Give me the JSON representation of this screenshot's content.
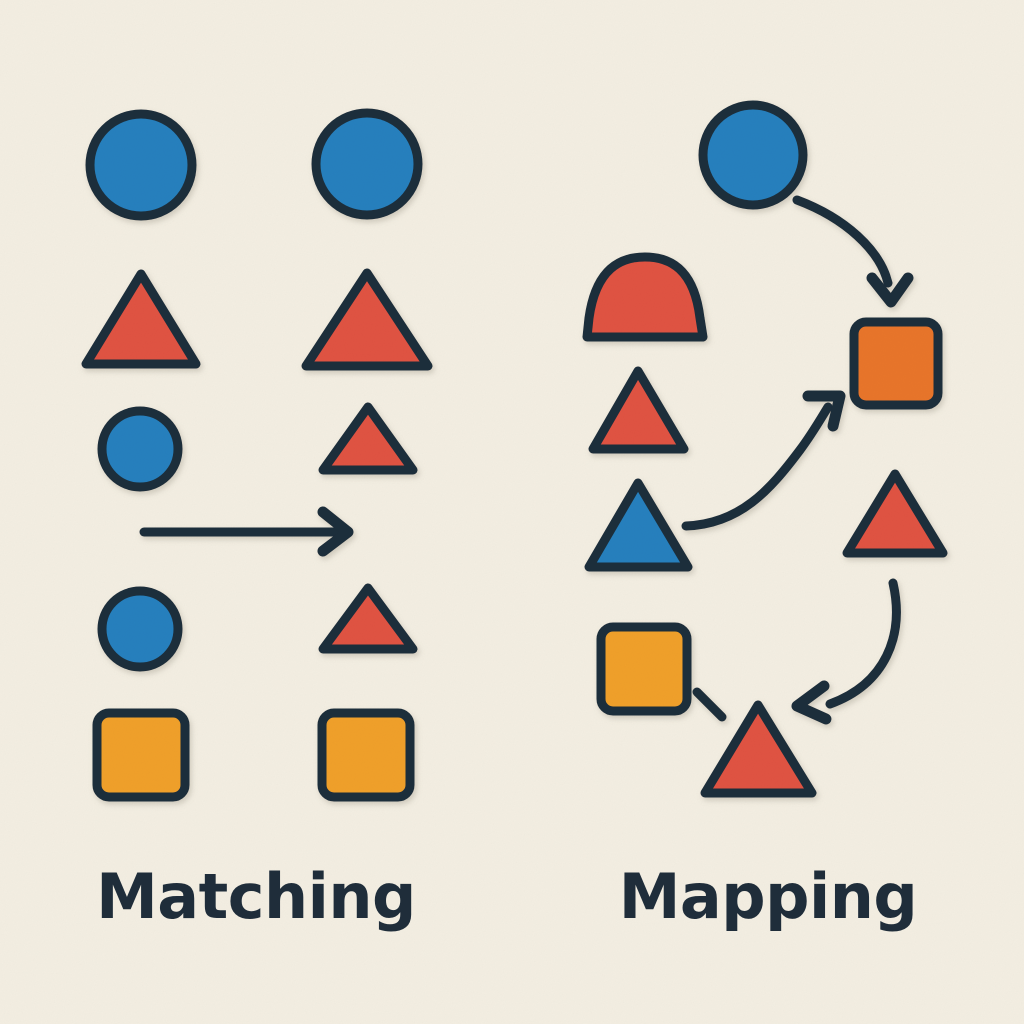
{
  "figure": {
    "title_left": "Matching",
    "title_right": "Mapping",
    "background_color": "#f3eee2",
    "outline_color": "#1f2d3a",
    "divider_color": "#b3b0a6"
  },
  "palette": {
    "blue": "#2580be",
    "red": "#e05243",
    "yellow_orange": "#f0a02a",
    "deep_orange": "#e8742a",
    "outline": "#1f2d3a",
    "background": "#f3eee2",
    "divider": "#b3b0a6"
  },
  "chart_data": {
    "type": "diagram",
    "title": "Matching vs Mapping",
    "panels": [
      {
        "id": "matching",
        "label": "Matching",
        "description": "Two parallel columns of shapes compared item by item, with a single straight arrow between the columns.",
        "columns": [
          {
            "id": "left-column",
            "items": [
              {
                "shape": "circle",
                "color": "blue",
                "size": "large"
              },
              {
                "shape": "triangle",
                "color": "red",
                "size": "large"
              },
              {
                "shape": "circle",
                "color": "blue",
                "size": "small"
              },
              {
                "shape": "circle",
                "color": "blue",
                "size": "small"
              },
              {
                "shape": "square",
                "color": "yellow_orange",
                "size": "medium"
              }
            ]
          },
          {
            "id": "right-column",
            "items": [
              {
                "shape": "circle",
                "color": "blue",
                "size": "large"
              },
              {
                "shape": "triangle",
                "color": "red",
                "size": "large"
              },
              {
                "shape": "triangle",
                "color": "red",
                "size": "small"
              },
              {
                "shape": "triangle",
                "color": "red",
                "size": "small"
              },
              {
                "shape": "square",
                "color": "yellow_orange",
                "size": "medium"
              }
            ]
          }
        ],
        "connectors": [
          {
            "type": "straight-arrow",
            "from": "left-column",
            "to": "right-column"
          }
        ]
      },
      {
        "id": "mapping",
        "label": "Mapping",
        "description": "A source cluster of shapes on the left linked by three curved arrows to target shapes on the right, forming a cycle.",
        "source_items": [
          {
            "shape": "circle",
            "color": "blue",
            "size": "large"
          },
          {
            "shape": "dome",
            "color": "red",
            "size": "large"
          },
          {
            "shape": "triangle",
            "color": "red",
            "size": "small"
          },
          {
            "shape": "triangle",
            "color": "blue",
            "size": "medium"
          },
          {
            "shape": "square",
            "color": "yellow_orange",
            "size": "medium"
          }
        ],
        "target_items": [
          {
            "shape": "square",
            "color": "deep_orange",
            "size": "medium"
          },
          {
            "shape": "triangle",
            "color": "red",
            "size": "medium"
          },
          {
            "shape": "triangle",
            "color": "red",
            "size": "large"
          }
        ],
        "connectors": [
          {
            "type": "curved-arrow",
            "from": "blue-circle",
            "to": "orange-square"
          },
          {
            "type": "curved-arrow",
            "from": "blue-triangle",
            "to": "orange-square"
          },
          {
            "type": "curved-arrow",
            "from": "red-triangle-right",
            "to": "red-triangle-bottom"
          },
          {
            "type": "dash-stub",
            "from": "yellow-square",
            "to": "red-triangle-bottom"
          }
        ]
      }
    ]
  }
}
